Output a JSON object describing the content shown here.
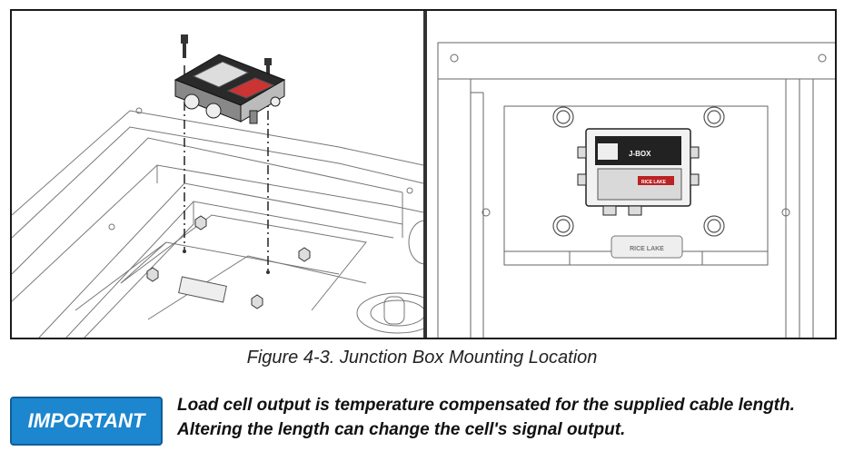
{
  "figure": {
    "caption": "Figure 4-3. Junction Box Mounting Location",
    "jbox_label": "J-BOX",
    "jbox_brand": "RICE LAKE",
    "plate_label": "RICE LAKE"
  },
  "notice": {
    "badge": "IMPORTANT",
    "line1": "Load cell output is temperature compensated for the supplied cable length.",
    "line2": "Altering the length can change the cell's signal output."
  },
  "colors": {
    "badge_bg": "#1c86cf",
    "line": "#555555",
    "jbox_body": "#222222"
  }
}
